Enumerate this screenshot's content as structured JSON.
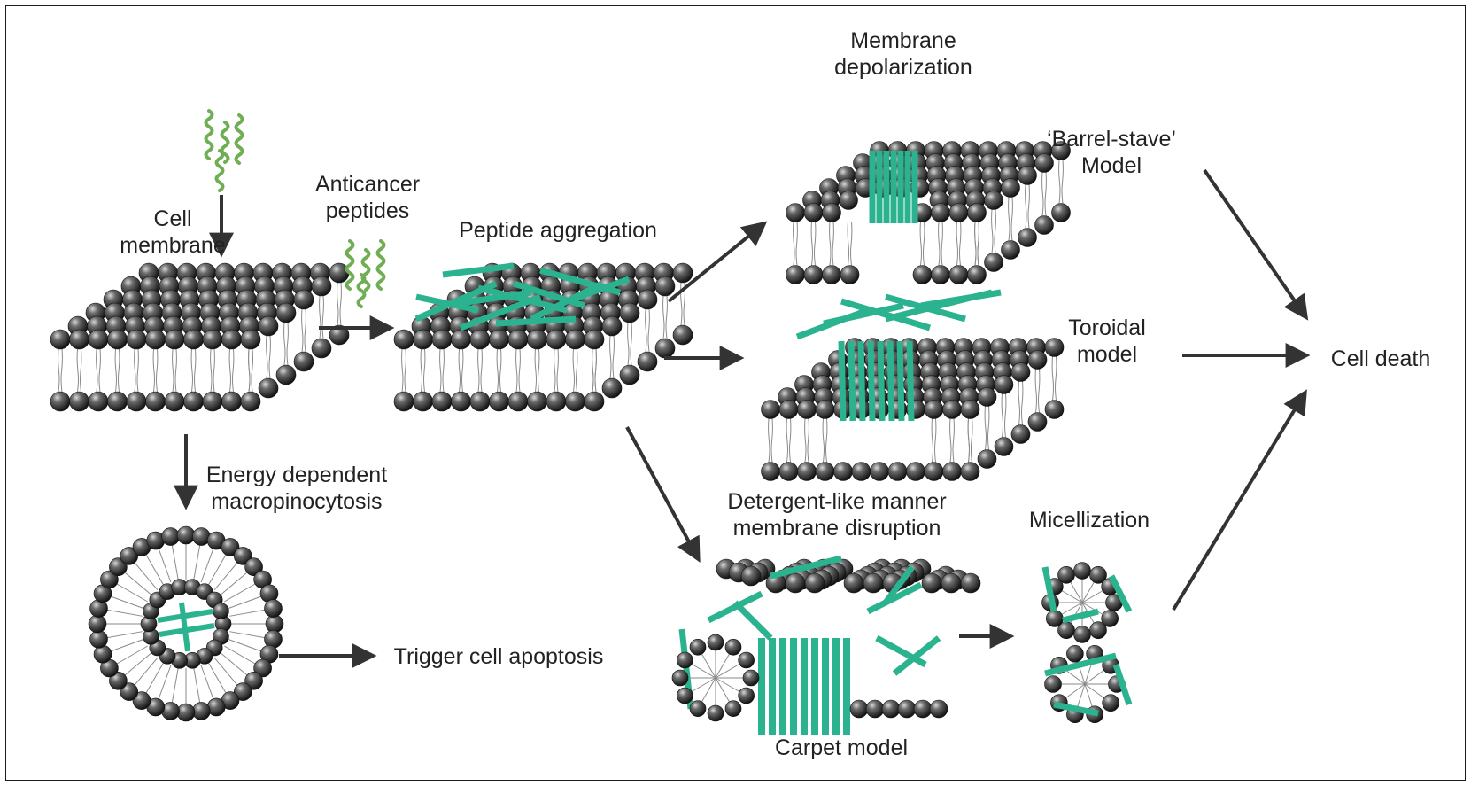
{
  "colors": {
    "lipid_head": "#2e2e2e",
    "lipid_tail": "#8a8a8a",
    "peptide": "#2bb38f",
    "peptide_free": "#6fae54",
    "arrow": "#333333",
    "text": "#222222"
  },
  "labels": {
    "cell_membrane": [
      "Cell",
      "membrane"
    ],
    "anticancer_peptides": [
      "Anticancer",
      "peptides"
    ],
    "peptide_aggregation": "Peptide aggregation",
    "membrane_depolarization": [
      "Membrane",
      "depolarization"
    ],
    "barrel_stave": [
      "‘Barrel-stave’",
      "Model"
    ],
    "toroidal": [
      "Toroidal",
      "model"
    ],
    "cell_death": "Cell death",
    "energy_dependent": [
      "Energy dependent",
      "macropinocytosis"
    ],
    "trigger_apoptosis": "Trigger cell apoptosis",
    "detergent_like": [
      "Detergent-like manner",
      "membrane disruption"
    ],
    "micellization": "Micellization",
    "carpet_model": "Carpet model"
  }
}
